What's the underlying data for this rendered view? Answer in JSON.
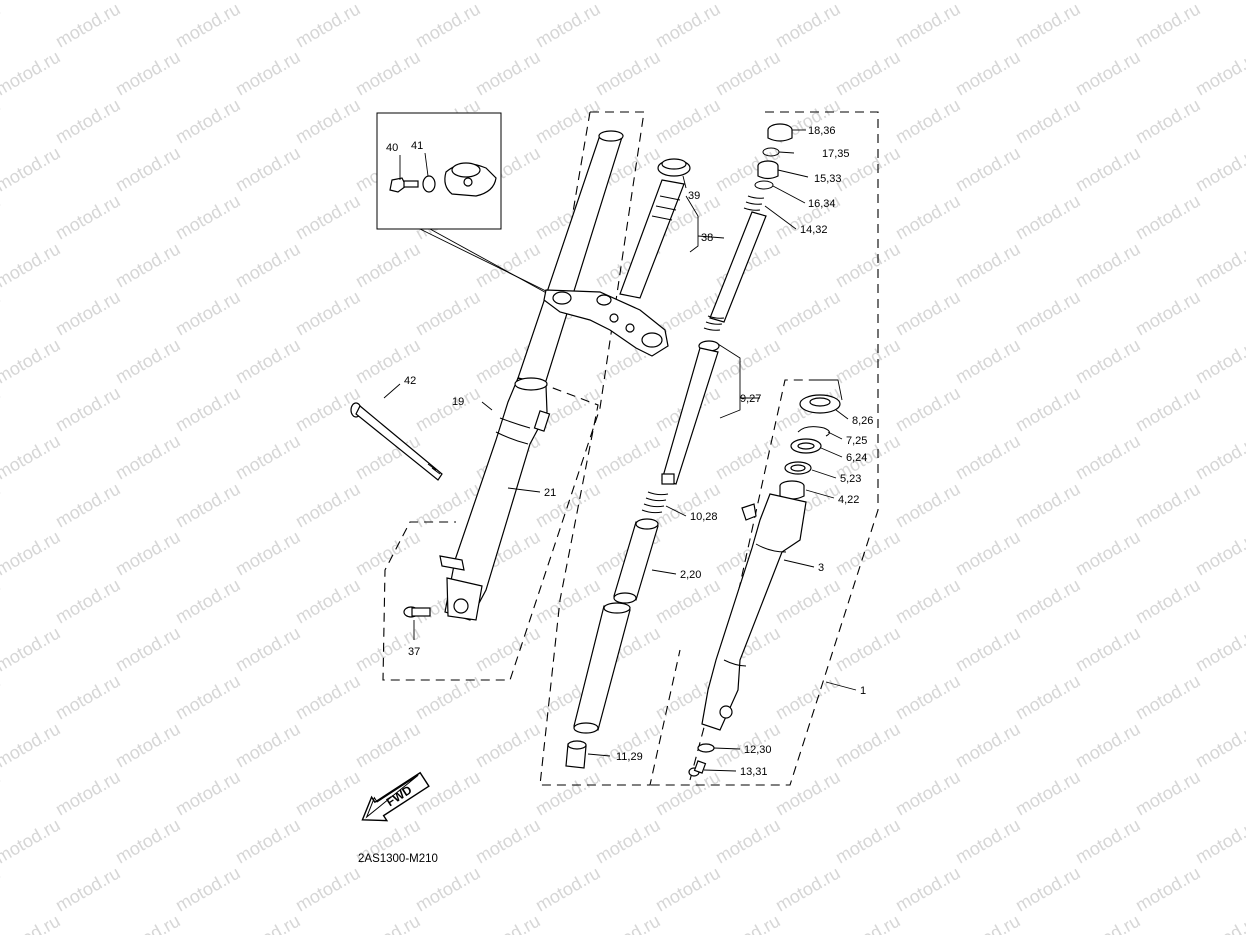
{
  "diagram_code": "2AS1300-M210",
  "fwd_label": "FWD",
  "watermark_text": "motod.ru",
  "labels": {
    "p1": "1",
    "p3": "3",
    "p4_22": "4,22",
    "p5_23": "5,23",
    "p6_24": "6,24",
    "p7_25": "7,25",
    "p8_26": "8,26",
    "p9_27": "9,27",
    "p10_28": "10,28",
    "p11_29": "11,29",
    "p12_30": "12,30",
    "p13_31": "13,31",
    "p14_32": "14,32",
    "p15_33": "15,33",
    "p16_34": "16,34",
    "p17_35": "17,35",
    "p18_36": "18,36",
    "p2_20": "2,20",
    "p19": "19",
    "p21": "21",
    "p37": "37",
    "p38": "38",
    "p39": "39",
    "p40": "40",
    "p41": "41",
    "p42": "42"
  }
}
